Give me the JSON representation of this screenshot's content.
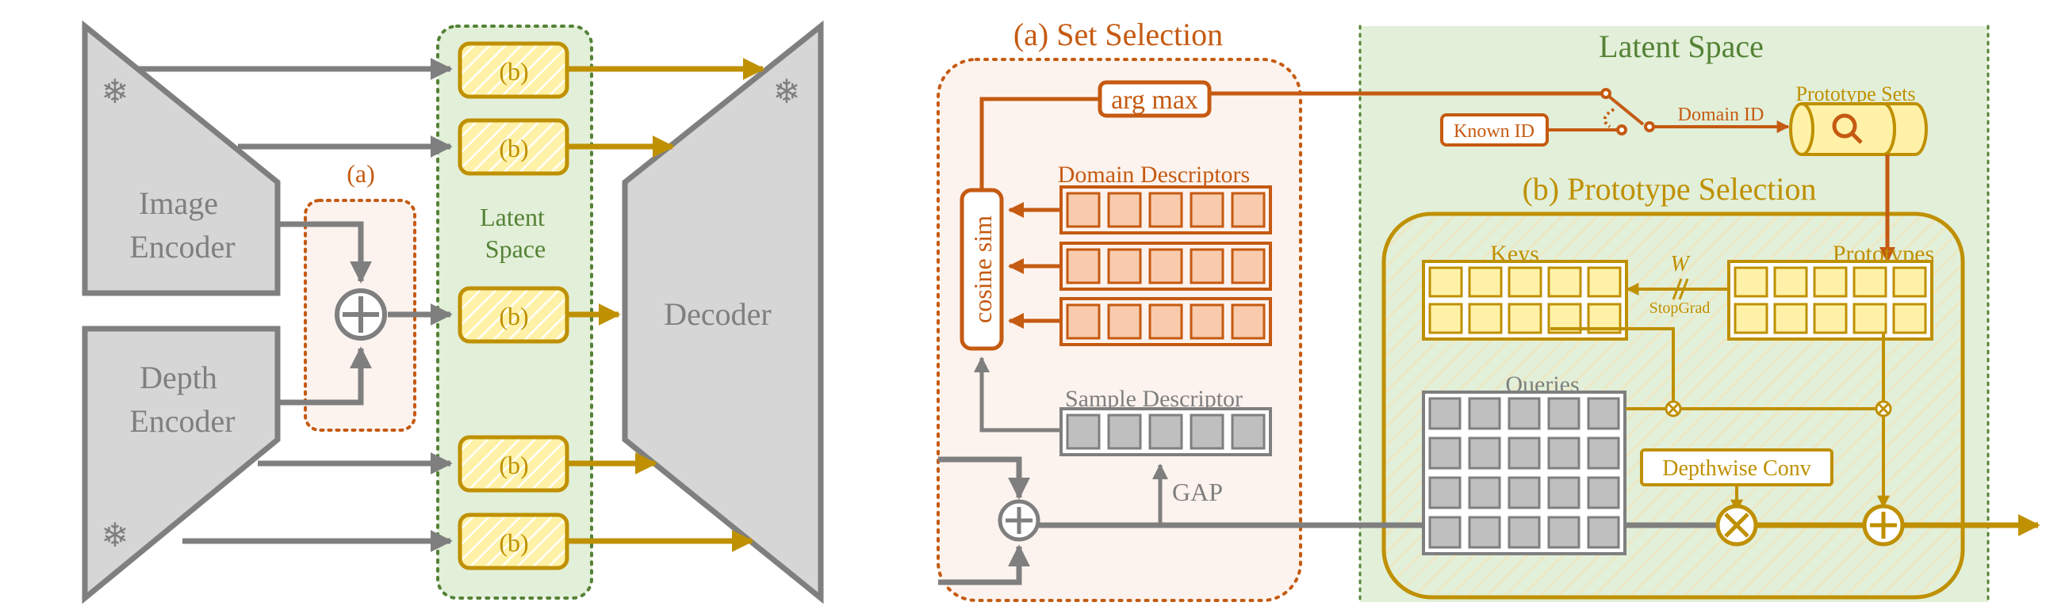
{
  "colors": {
    "gray": "#7f7f7f",
    "encoder_fill": "#d6d6d6",
    "orange": "#c55a11",
    "orange_fill": "#fdf3ee",
    "orange_cell": "#f8cbad",
    "gold": "#bf9000",
    "gold_fill": "#fff2a8",
    "green": "#548235",
    "green_fill": "#e2efd9",
    "cell_gray": "#bfbfbf"
  },
  "icons": {
    "freeze": "snowflake-icon",
    "search": "magnifier-icon"
  },
  "left": {
    "image_encoder": [
      "Image",
      "Encoder"
    ],
    "depth_encoder": [
      "Depth",
      "Encoder"
    ],
    "decoder": "Decoder",
    "set_selection_tag": "(a)",
    "latent_space": [
      "Latent",
      "Space"
    ],
    "module_tag": "(b)",
    "freeze_glyph": "❄"
  },
  "right": {
    "set_selection_title": "(a) Set Selection",
    "latent_space_title": "Latent Space",
    "arg_max": "arg max",
    "cosine_sim": "cosine sim",
    "domain_descriptors": "Domain Descriptors",
    "sample_descriptor": "Sample Descriptor",
    "gap": "GAP",
    "known_id": "Known ID",
    "domain_id": "Domain ID",
    "prototype_sets": "Prototype Sets",
    "prototype_selection_title": "(b) Prototype Selection",
    "keys": "Keys",
    "prototypes": "Prototypes",
    "w": "W",
    "stopgrad": "StopGrad",
    "queries": "Queries",
    "depthwise_conv": "Depthwise Conv"
  }
}
